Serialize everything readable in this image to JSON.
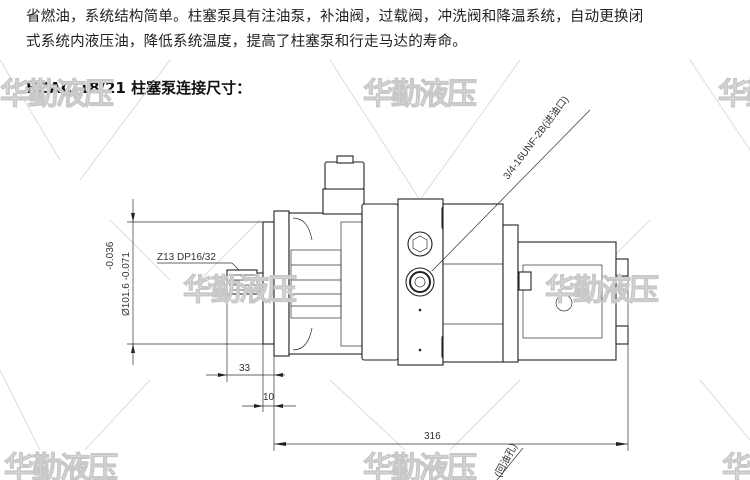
{
  "document": {
    "paragraph_lines": [
      "省燃油，系统结构简单。柱塞泵具有注油泵，补油阀，过载阀，冲洗阀和降温系统，自动更换闭",
      "式系统内液压油，降低系统温度，提高了柱塞泵和行走马达的寿命。"
    ],
    "heading": "HZAC-18/21 柱塞泵连接尺寸："
  },
  "drawing": {
    "diameter_dim": "Ø101.6 -0.071",
    "diameter_tol_upper": "-0.036",
    "spline_label": "Z13 DP16/32",
    "dim_33": "33",
    "dim_10": "10",
    "dim_316": "316",
    "inlet_port_label": "3/4-16UNF-2B(进油口)",
    "return_port_label": "(回油孔)"
  },
  "watermark": "华勤液压"
}
